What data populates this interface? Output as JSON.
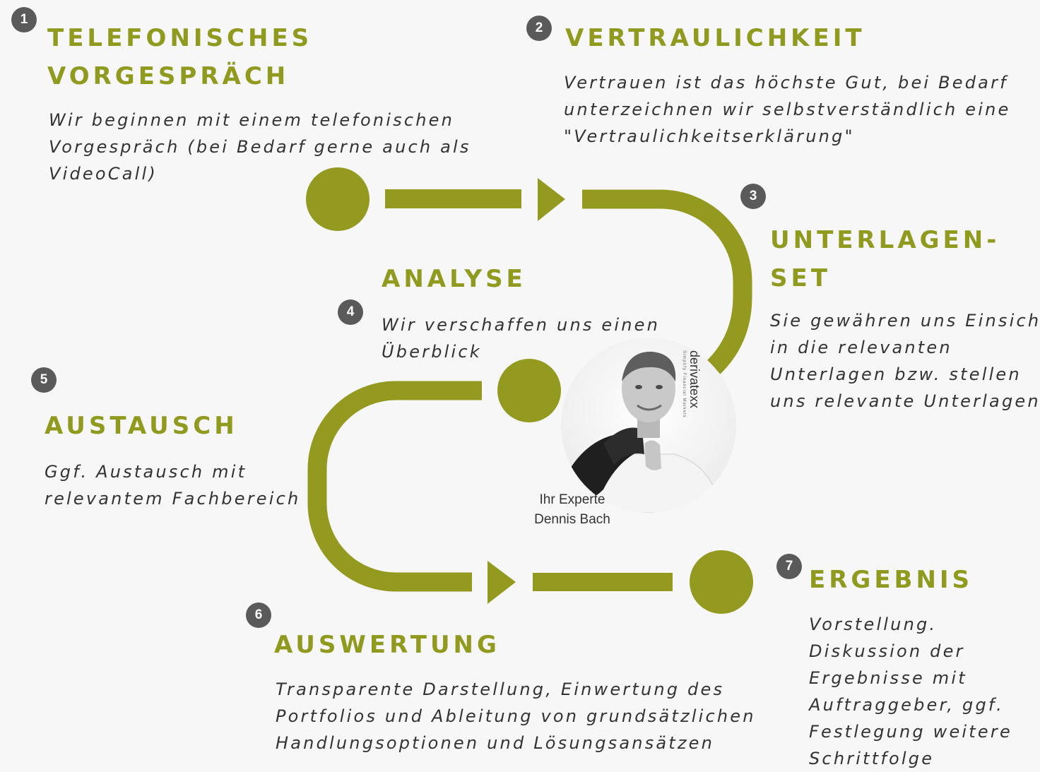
{
  "colors": {
    "accent": "#949a20",
    "badge": "#5a5a5a",
    "background": "#f7f7f7"
  },
  "steps": [
    {
      "number": "1",
      "title_lines": [
        "TELEFONISCHES",
        "VORGESPRÄCH"
      ],
      "text_lines": [
        "Wir beginnen mit einem telefonischen",
        "Vorgespräch (bei Bedarf gerne auch als",
        "VideoCall)"
      ]
    },
    {
      "number": "2",
      "title_lines": [
        "VERTRAULICHKEIT"
      ],
      "text_lines": [
        "Vertrauen ist das höchste Gut, bei Bedarf",
        "unterzeichnen wir selbstverständlich eine",
        "\"Vertraulichkeitserklärung\""
      ]
    },
    {
      "number": "3",
      "title_lines": [
        "UNTERLAGEN-",
        "SET"
      ],
      "text_lines": [
        "Sie gewähren uns Einsicht",
        "in die relevanten",
        "Unterlagen bzw. stellen",
        "uns relevante Unterlagen"
      ]
    },
    {
      "number": "4",
      "title_lines": [
        "ANALYSE"
      ],
      "text_lines": [
        "Wir verschaffen uns einen",
        "Überblick"
      ]
    },
    {
      "number": "5",
      "title_lines": [
        "AUSTAUSCH"
      ],
      "text_lines": [
        "Ggf. Austausch mit",
        "relevantem Fachbereich"
      ]
    },
    {
      "number": "6",
      "title_lines": [
        "AUSWERTUNG"
      ],
      "text_lines": [
        "Transparente Darstellung, Einwertung des",
        "Portfolios und Ableitung von grundsätzlichen",
        "Handlungsoptionen und Lösungsansätzen"
      ]
    },
    {
      "number": "7",
      "title_lines": [
        "ERGEBNIS"
      ],
      "text_lines": [
        "Vorstellung.",
        "Diskussion der",
        "Ergebnisse mit",
        "Auftraggeber, ggf.",
        "Festlegung weitere",
        "Schrittfolge"
      ]
    }
  ],
  "expert": {
    "caption_lines": [
      "Ihr Experte",
      "Dennis Bach"
    ],
    "logo_text": "derivatexx",
    "logo_tagline": "Simplify Financial Markets"
  }
}
